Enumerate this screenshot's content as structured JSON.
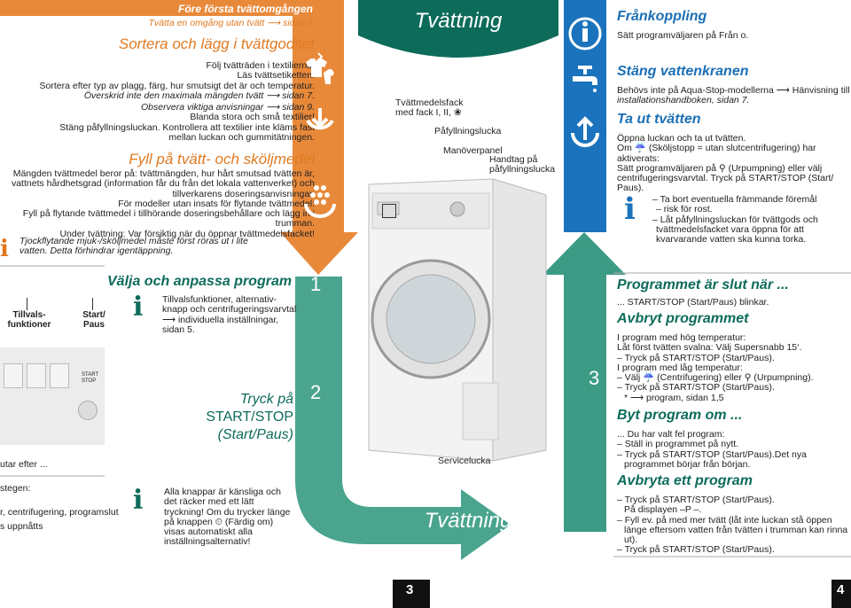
{
  "colors": {
    "orange": "#e8893a",
    "orange_light": "#f6b07a",
    "teal": "#0d6b5a",
    "teal_light": "#3fa08a",
    "blue": "#1a73bc"
  },
  "left": {
    "header_title": "Före första tvättomgången",
    "header_sub": "Tvätta en omgång utan tvätt ⟶ sidan 9",
    "sort_title": "Sortera och lägg i tvättgodset",
    "sort_lines": [
      "Följ tvätträden i textilierna!",
      "Läs tvättsetiketten.",
      "Sortera efter typ av plagg, färg, hur smutsigt det är och temperatur.",
      "Överskrid inte den maximala mängden tvätt ⟶ sidan 7."
    ],
    "observe": "Observera viktiga anvisningar ⟶ sidan 9.",
    "observe_lines": [
      "Blanda stora och små textilier!",
      "Stäng påfyllningsluckan. Kontrollera att textilier inte kläms fast",
      "mellan luckan och gummitätningen."
    ],
    "fill_title": "Fyll på tvätt- och sköljmedel",
    "fill_lines": [
      "Mängden tvättmedel beror på:  tvättmängden, hur hårt smutsad tvätten är,",
      "vattnets hårdhetsgrad (information får du från det lokala vattenverket) och",
      "tillverkarens doseringsanvisningar.",
      "För modeller utan insats för flytande tvättmedel:",
      "Fyll på flytande tvättmedel i tillhörande doseringsbehållare och lägg in i",
      "trumman.",
      "Under tvättning: Var försiktig när du öppnar tvättmedelsfacket!"
    ],
    "info_text": [
      "Tjockflytande mjuk-/sköljmedel måste först röras ut i lite",
      "vatten. Detta förhindrar igentäppning."
    ],
    "panel_label_1": "Tillvals-\nfunktioner",
    "panel_label_2": "Start/\nPaus",
    "panel_start": "START\nSTOP",
    "after_text": "utar efter ...",
    "steps_text": "stegen:",
    "program_text": "r, centrifugering, programslut",
    "reached_text": "s uppnåtts",
    "choose_title": "Välja och anpassa program",
    "choose_text": [
      "Tillvalsfunktioner, alternativ-",
      "knapp och centrifugeringsvarvtal",
      "⟶ individuella inställningar,",
      "sidan 5."
    ],
    "press_line1": "Tryck på",
    "press_line2": "START/STOP",
    "press_line3": "(Start/Paus)",
    "buttons_info": [
      "Alla knappar är känsliga och",
      "det räcker med ett lätt",
      "tryckning! Om du trycker länge",
      "på knappen ⏲ (Färdig om)",
      "visas automatiskt alla",
      "inställningsalternativ!"
    ],
    "step1": "1",
    "step2": "2",
    "page_left": "3"
  },
  "center": {
    "title_top": "Tvättning",
    "title_bottom": "Tvättning",
    "label_drawer": "Tvättmedelsfack\nmed fack I, II, ❀",
    "label_door": "Påfyllningslucka",
    "label_panel": "Manöverpanel",
    "label_handle": "Handtag på\npåfyllningslucka",
    "label_service": "Servicelucka",
    "step3": "3"
  },
  "right": {
    "off_title": "Frånkoppling",
    "off_text": "Sätt programväljaren på Från o.",
    "tap_title": "Stäng vattenkranen",
    "tap_text": [
      "Behövs inte på Aqua-Stop-modellerna ⟶ Hänvisning till",
      "installationshandboken, sidan 7."
    ],
    "out_title": "Ta ut tvätten",
    "out_text": [
      "Öppna luckan och ta ut tvätten.",
      "Om ☔ (Sköljstopp = utan slutcentrifugering) har",
      "aktiverats:",
      "Sätt programväljaren på ⚲ (Urpumpning) eller välj",
      "centrifugeringsvarvtal. Tryck på START/STOP (Start/",
      "Paus)."
    ],
    "out_info": [
      "– Ta bort eventuella främmande föremål",
      "– risk för rost.",
      "– Låt påfyllningsluckan för tvättgods och",
      "tvättmedelsfacket vara öppna för att",
      "kvarvarande vatten ska kunna torka."
    ],
    "done_title": "Programmet är slut när ...",
    "done_text": "... START/STOP (Start/Paus) blinkar.",
    "cancel_title": "Avbryt programmet",
    "cancel_text": [
      "I program med hög temperatur:",
      "Låt först tvätten svalna: Välj Supersnabb 15‘.",
      "– Tryck på START/STOP (Start/Paus).",
      "I program med låg temperatur:",
      "– Välj ☔ (Centrifugering) eller ⚲ (Urpumpning).",
      "– Tryck på START/STOP (Start/Paus).",
      "* ⟶ program, sidan 1,5"
    ],
    "change_title": "Byt program om ...",
    "change_text": [
      "... Du har valt fel program:",
      "– Ställ in programmet på nytt.",
      "– Tryck på START/STOP (Start/Paus).Det nya",
      "programmet börjar från början."
    ],
    "abort_title": "Avbryta ett program",
    "abort_text": [
      "– Tryck på START/STOP (Start/Paus).",
      "På displayen –P –.",
      "– Fyll ev. på med mer tvätt (låt inte luckan stå öppen",
      "länge eftersom vatten från tvätten i trumman kan rinna",
      "ut).",
      "– Tryck på START/STOP (Start/Paus)."
    ],
    "page_right": "4"
  }
}
